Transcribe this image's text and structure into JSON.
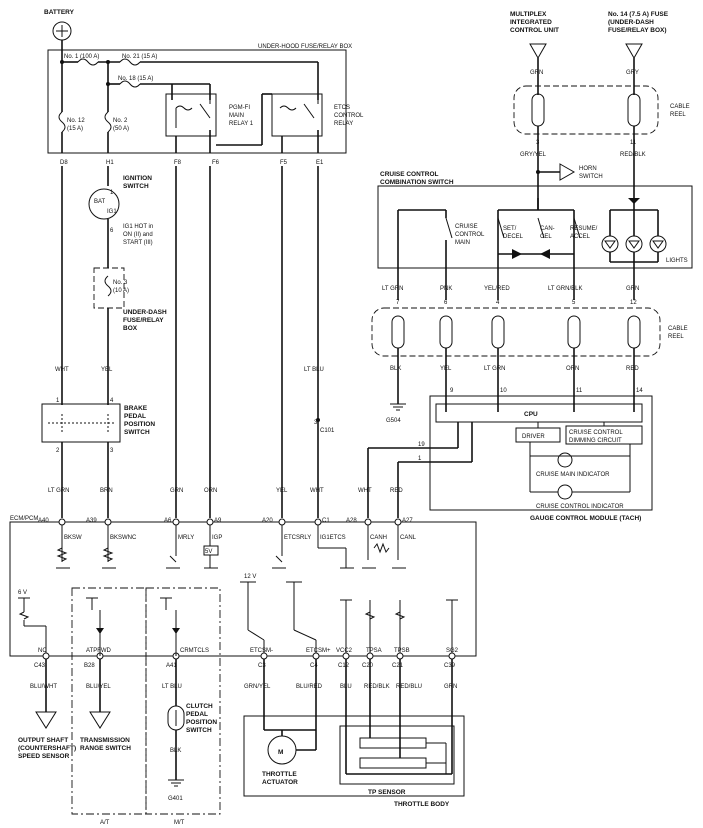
{
  "labels": {
    "battery": "BATTERY",
    "underhood_box": "UNDER-HOOD FUSE/RELAY BOX",
    "fuse_no1": "No. 1 (100 A)",
    "fuse_no21": "No. 21 (15 A)",
    "fuse_no18": "No. 18 (15 A)",
    "fuse_no12_a": "No. 12",
    "fuse_no12_b": "(15 A)",
    "fuse_no2_a": "No. 2",
    "fuse_no2_b": "(50 A)",
    "pgmfi_1": "PGM-FI",
    "pgmfi_2": "MAIN",
    "pgmfi_3": "RELAY 1",
    "etcs_1": "ETCS",
    "etcs_2": "CONTROL",
    "etcs_3": "RELAY",
    "pin_d8": "D8",
    "pin_h1": "H1",
    "pin_f8": "F8",
    "pin_f6": "F6",
    "pin_f5": "F5",
    "pin_e1": "E1",
    "ign_1": "IGNITION",
    "ign_2": "SWITCH",
    "bat": "BAT",
    "ig1": "IG1",
    "ign_pin1": "1",
    "ign_pin6": "6",
    "ig1hot_1": "IG1 HOT in",
    "ig1hot_2": "ON (II) and",
    "ig1hot_3": "START (III)",
    "fuse_no3_a": "No. 3",
    "fuse_no3_b": "(10 A)",
    "underdash_1": "UNDER-DASH",
    "underdash_2": "FUSE/RELAY",
    "underdash_3": "BOX",
    "wht": "WHT",
    "yel": "YEL",
    "ltblu": "LT BLU",
    "c101_pin": "3",
    "c101": "C101",
    "brake_1": "BRAKE",
    "brake_2": "PEDAL",
    "brake_3": "POSITION",
    "brake_4": "SWITCH",
    "brake_p1": "1",
    "brake_p4": "4",
    "brake_p2": "2",
    "brake_p3": "3",
    "mux_1": "MULTIPLEX",
    "mux_2": "INTEGRATED",
    "mux_3": "CONTROL UNIT",
    "no14_1": "No. 14 (7.5 A) FUSE",
    "no14_2": "(UNDER-DASH",
    "no14_3": "FUSE/RELAY BOX)",
    "grn_top": "GRN",
    "gry_top": "GRY",
    "cable_reel_a1": "CABLE",
    "cable_reel_a2": "REEL",
    "reel_pin3": "3",
    "reel_pin11": "11",
    "gryyel": "GRY/YEL",
    "redblk": "RED/BLK",
    "horn_1": "HORN",
    "horn_2": "SWITCH",
    "ccs_1": "CRUISE CONTROL",
    "ccs_2": "COMBINATION SWITCH",
    "ccmain_1": "CRUISE",
    "ccmain_2": "CONTROL",
    "ccmain_3": "MAIN",
    "setdecel_1": "SET/",
    "setdecel_2": "DECEL",
    "cancel_1": "CAN-",
    "cancel_2": "CEL",
    "resume_1": "RESUME/",
    "resume_2": "ACCEL",
    "lights": "LIGHTS",
    "ltgrn_a": "LT GRN",
    "pnk": "PNK",
    "yelred": "YEL/RED",
    "ltgrnblk": "LT GRN/BLK",
    "grn_b": "GRN",
    "p7": "7",
    "p6": "6",
    "p4": "4",
    "p5": "5",
    "p12": "12",
    "cable_reel_b1": "CABLE",
    "cable_reel_b2": "REEL",
    "blk_a": "BLK",
    "yel_b": "YEL",
    "ltgrn_b": "LT GRN",
    "orn_b": "ORN",
    "red_b": "RED",
    "p9": "9",
    "p10": "10",
    "p11": "11",
    "p14": "14",
    "g504": "G504",
    "cpu": "CPU",
    "driver": "DRIVER",
    "ccdim_1": "CRUISE CONTROL",
    "ccdim_2": "DIMMING CIRCUIT",
    "ccmain_ind": "CRUISE MAIN INDICATOR",
    "cc_ind": "CRUISE CONTROL INDICATOR",
    "gcm": "GAUGE CONTROL MODULE (TACH)",
    "p19": "19",
    "p1": "1",
    "ltgrn_c": "LT GRN",
    "brn": "BRN",
    "grn_c": "GRN",
    "orn_c": "ORN",
    "yel_c": "YEL",
    "wht_c": "WHT",
    "wht_d": "WHT",
    "red_c": "RED",
    "ecm": "ECM/PCM",
    "a40": "A40",
    "a39": "A39",
    "a6": "A6",
    "a9": "A9",
    "a20": "A20",
    "c1": "C1",
    "a28": "A28",
    "a27": "A27",
    "bksw": "BKSW",
    "bkswnc": "BKSWNC",
    "mrly": "MRLY",
    "igp": "IGP",
    "etcsrly": "ETCSRLY",
    "ig1etcs": "IG1ETCS",
    "canh": "CANH",
    "canl": "CANL",
    "v5": "5V",
    "v6": "6 V",
    "v12": "12 V",
    "nc": "NC",
    "atpfwd": "ATPFWD",
    "crmtcls": "CRMTCLS",
    "etcsm_minus": "ETCSM-",
    "etcsm_plus": "ETCSM+",
    "vcc2": "VCC2",
    "tpsa": "TPSA",
    "tpsb": "TPSB",
    "sg2": "SG2",
    "c43": "C43",
    "b28": "B28",
    "a41": "A41",
    "c3": "C3",
    "c4": "C4",
    "c12": "C12",
    "c20": "C20",
    "c21": "C21",
    "c39": "C39",
    "bluwht": "BLU/WHT",
    "bluyel": "BLU/YEL",
    "ltblu_b": "LT BLU",
    "grnyel": "GRN/YEL",
    "blured": "BLU/RED",
    "blu": "BLU",
    "redblk_b": "RED/BLK",
    "redblu": "RED/BLU",
    "grn_d": "GRN",
    "clutch_1": "CLUTCH",
    "clutch_2": "PEDAL",
    "clutch_3": "POSITION",
    "clutch_4": "SWITCH",
    "blk_b": "BLK",
    "g401": "G401",
    "oss_1": "OUTPUT SHAFT",
    "oss_2": "(COUNTERSHAFT)",
    "oss_3": "SPEED SENSOR",
    "trs_1": "TRANSMISSION",
    "trs_2": "RANGE SWITCH",
    "motor": "M",
    "thr_1": "THROTTLE",
    "thr_2": "ACTUATOR",
    "tps": "TP SENSOR",
    "throttle_body": "THROTTLE BODY",
    "at": "A/T",
    "mt": "M/T"
  }
}
